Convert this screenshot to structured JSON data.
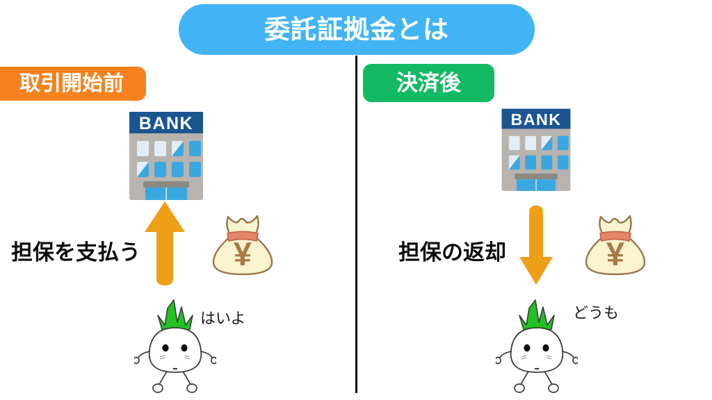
{
  "page": {
    "title": "委託証拠金とは",
    "background_color": "#ffffff"
  },
  "colors": {
    "title_blue": "#42b4f5",
    "badge_orange": "#f5821e",
    "badge_green": "#13ba63",
    "arrow_orange": "#ee9f18",
    "bank_sign_blue": "#1a5591",
    "bank_wall_gray": "#b8b3ae",
    "bank_window_blue": "#3aa8e0",
    "bank_window_light": "#e3edf5",
    "bag_body": "#f7eec4",
    "bag_outline": "#9c7348",
    "bag_tie": "#e3866a",
    "leaf_green": "#22c322",
    "divider_black": "#111111",
    "text_black": "#0d0d0d"
  },
  "panels": [
    {
      "id": "before-trading",
      "badge_label": "取引開始前",
      "badge_color": "#f5821e",
      "bank_sign_text": "BANK",
      "caption": "担保を支払う",
      "arrow_direction": "up",
      "speech": "はいよ"
    },
    {
      "id": "after-settlement",
      "badge_label": "決済後",
      "badge_color": "#13ba63",
      "bank_sign_text": "BANK",
      "caption": "担保の返却",
      "arrow_direction": "down",
      "speech": "どうも"
    }
  ],
  "money_bag": {
    "symbol": "¥"
  }
}
